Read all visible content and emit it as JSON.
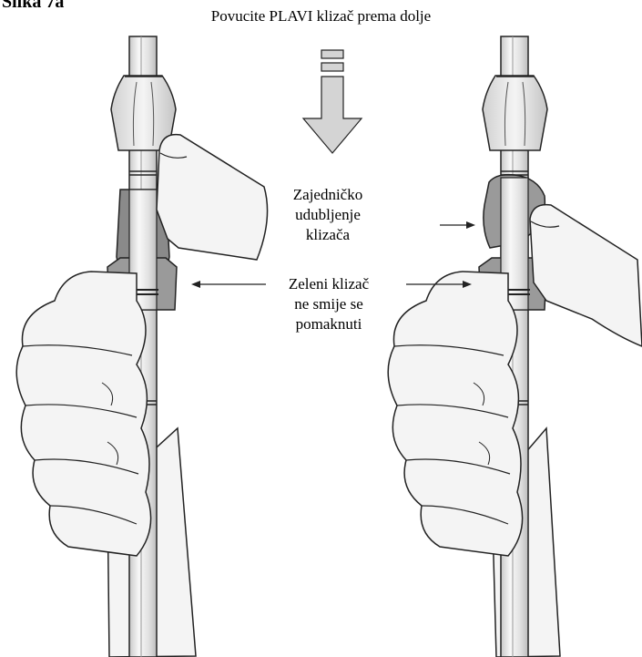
{
  "figure_title": "Slika 7a",
  "instruction": "Povucite PLAVI klizač prema dolje",
  "callouts": {
    "recess": [
      "Zajedničko",
      "udubljenje",
      "klizača"
    ],
    "green_slider": [
      "Zeleni klizač",
      "ne smije se",
      "pomaknuti"
    ]
  },
  "colors": {
    "line": "#222222",
    "hand_fill": "#f4f4f4",
    "shaft_fill": "#ebebeb",
    "slider_gray": "#9a9a9a",
    "slider_dark": "#7a7a7a",
    "arrow_fill": "#d4d4d4"
  },
  "icons": [
    "down-arrow-icon",
    "pointer-arrow-icon",
    "hand-illustration",
    "delivery-system-illustration"
  ]
}
